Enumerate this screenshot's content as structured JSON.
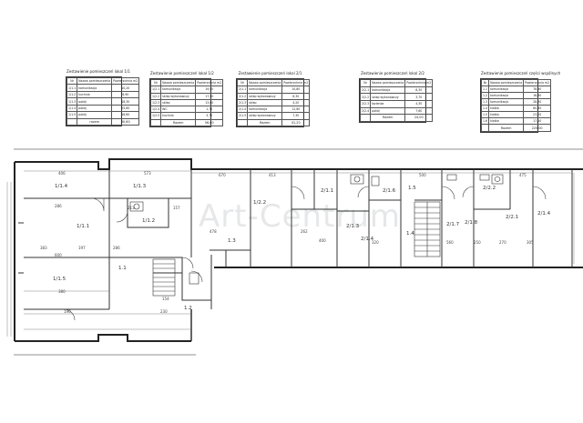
{
  "watermark": "Art-Centrum",
  "tables": [
    {
      "caption": "Zestawienie pomieszczeń lokal 1/1",
      "header": [
        "Nr",
        "Nazwa pomieszczenia",
        "Powierzchnia m2"
      ],
      "rows": [
        [
          "1/1.1",
          "komunikacja",
          "10,20"
        ],
        [
          "1/1.2",
          "kuchnia",
          "6,90"
        ],
        [
          "1/1.3",
          "pokój",
          "18,30"
        ],
        [
          "1/1.4",
          "pokój",
          "25,60"
        ],
        [
          "1/1.5",
          "pokój",
          "18,60"
        ]
      ],
      "total": [
        "razem",
        "80,60"
      ]
    },
    {
      "caption": "Zestawienie pomieszczeń lokal 1/2",
      "header": [
        "Nr",
        "Nazwa pomieszczenia",
        "Powierzchnia m2"
      ],
      "rows": [
        [
          "1/2.1",
          "komunikacja",
          "19,90"
        ],
        [
          "1/2.2",
          "sklep wykonawczy",
          "17,90"
        ],
        [
          "1/2.3",
          "sklep",
          "13,60"
        ],
        [
          "1/2.4",
          "WC",
          "1,70"
        ],
        [
          "1/2.5",
          "kuchnia",
          "3,70"
        ]
      ],
      "total": [
        "Razem",
        "56,60"
      ]
    },
    {
      "caption": "Zestawienie pomieszczeń lokal 2/1",
      "header": [
        "Nr",
        "Nazwa pomieszczenia",
        "Powierzchnia m2"
      ],
      "rows": [
        [
          "2/1.1",
          "komunikacja",
          "10,80"
        ],
        [
          "2/1.2",
          "sklep wykonawczy",
          "6,30"
        ],
        [
          "2/1.3",
          "sklep",
          "4,20"
        ],
        [
          "2/1.4",
          "komunikacja",
          "12,60"
        ],
        [
          "2/1.5",
          "sklep wykonawczy",
          "7,30"
        ]
      ],
      "total": [
        "Razem",
        "41,20"
      ]
    },
    {
      "caption": "Zestawienie pomieszczeń lokal 2/2",
      "header": [
        "Nr",
        "Nazwa pomieszczenia",
        "Powierzchnia m2"
      ],
      "rows": [
        [
          "2/2.1",
          "komunikacja",
          "8,30"
        ],
        [
          "2/2.2",
          "sklep wykonawczy",
          "3,70"
        ],
        [
          "2/2.3",
          "łazienka",
          "4,30"
        ],
        [
          "2/2.4",
          "pokój",
          "7,60"
        ]
      ],
      "total": [
        "Razem",
        "24,00"
      ]
    },
    {
      "caption": "Zestawienie pomieszczeń części wspólnych",
      "header": [
        "Nr",
        "Nazwa pomieszczenia",
        "Powierzchnia m2"
      ],
      "rows": [
        [
          "1.1",
          "komunikacja",
          "78,90"
        ],
        [
          "1.2",
          "komunikacja",
          "16,90"
        ],
        [
          "1.3",
          "komunikacja",
          "28,30"
        ],
        [
          "1.4",
          "klatka",
          "60,60"
        ],
        [
          "1.5",
          "klatka",
          "23,20"
        ],
        [
          "1.6",
          "klatka",
          "17,10"
        ]
      ],
      "total": [
        "Razem",
        "225,00"
      ]
    }
  ],
  "rooms": [
    {
      "id": "room-1-1-4",
      "label": "1/1.4"
    },
    {
      "id": "room-1-1-3",
      "label": "1/1.3"
    },
    {
      "id": "room-1-1-1",
      "label": "1/1.1"
    },
    {
      "id": "room-1-1-2",
      "label": "1/1.2"
    },
    {
      "id": "room-1-1-5",
      "label": "1/1.5"
    },
    {
      "id": "room-1-1",
      "label": "1.1"
    },
    {
      "id": "room-1-2",
      "label": "1.2"
    },
    {
      "id": "room-1-3",
      "label": "1.3"
    },
    {
      "id": "room-1-2-2",
      "label": "1/2.2"
    },
    {
      "id": "room-2-1-1",
      "label": "2/1.1"
    },
    {
      "id": "room-2-1-3",
      "label": "2/1.3"
    },
    {
      "id": "room-2-1-4",
      "label": "2/1.4"
    },
    {
      "id": "room-2-1-6",
      "label": "2/1.6"
    },
    {
      "id": "room-1-5",
      "label": "1.5"
    },
    {
      "id": "room-1-4",
      "label": "1.4"
    },
    {
      "id": "room-2-1-7",
      "label": "2/1.7"
    },
    {
      "id": "room-2-1-8",
      "label": "2/1.8"
    },
    {
      "id": "room-2-2-2",
      "label": "2/2.2"
    },
    {
      "id": "room-2-2-1",
      "label": "2/2.1"
    },
    {
      "id": "room-2-1-4b",
      "label": "2/1.4"
    }
  ],
  "dimensions": [
    "406",
    "573",
    "670",
    "413",
    "500",
    "475",
    "286",
    "600",
    "213",
    "157",
    "383",
    "197",
    "286",
    "262",
    "380",
    "190",
    "230",
    "154",
    "560",
    "320",
    "250",
    "305",
    "270",
    "478",
    "400"
  ]
}
